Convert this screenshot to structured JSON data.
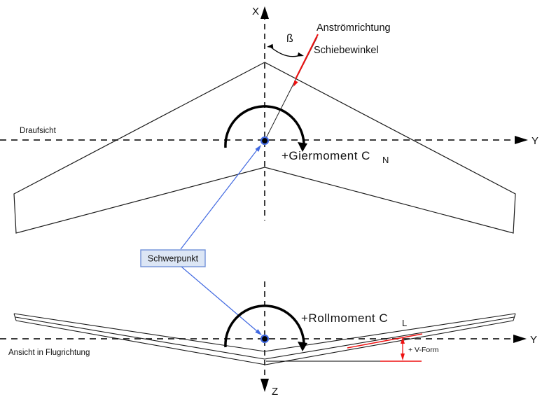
{
  "colors": {
    "red": "#ee1111",
    "blue": "#4169e1",
    "box_fill": "#dce6f5",
    "box_border": "#7191d8",
    "line": "#1a1a1a",
    "dash": "#3c3c3c"
  },
  "axes": {
    "x": "X",
    "y_top": "Y",
    "y_bottom": "Y",
    "z": "Z"
  },
  "top_view": {
    "view_label": "Draufsicht",
    "flow_label": "Anströmrichtung",
    "sideslip_label": "Schiebewinkel",
    "sideslip_symbol": "ß",
    "moment_label": "+Giermoment C",
    "moment_sub": "N"
  },
  "front_view": {
    "view_label": "Ansicht in Flugrichtung",
    "moment_label": "+Rollmoment C",
    "moment_sub": "L",
    "dihedral_label": "+ V-Form"
  },
  "cg": {
    "label": "Schwerpunkt"
  }
}
